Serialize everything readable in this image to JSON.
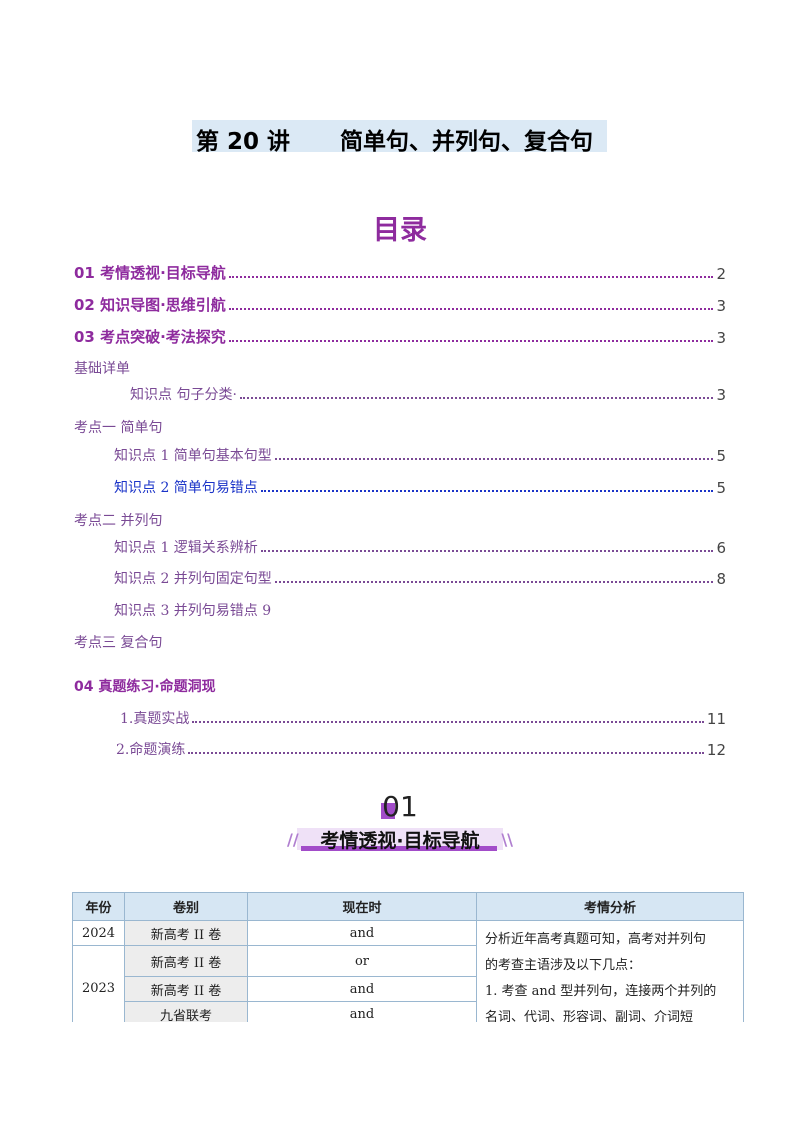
{
  "title": {
    "left": "第 20 讲",
    "right": "简单句、并列句、复合句"
  },
  "toc": {
    "heading": "目录",
    "entries": [
      {
        "label": "01  考情透视·目标导航",
        "page": "2"
      },
      {
        "label": "02  知识导图·思维引航",
        "page": "3"
      },
      {
        "label": "03  考点突破·考法探究",
        "page": "3"
      },
      {
        "label": "基础详单"
      },
      {
        "label": "知识点   句子分类·",
        "page": "3"
      },
      {
        "label": "考点一   简单句"
      },
      {
        "label": "知识点 1   简单句基本句型",
        "page": "5"
      },
      {
        "label": "知识点 2   简单句易错点 ",
        "page": "5"
      },
      {
        "label": "考点二   并列句"
      },
      {
        "label": "知识点 1   逻辑关系辨析 ",
        "page": "6"
      },
      {
        "label": "知识点 2   并列句固定句型",
        "page": "8"
      },
      {
        "label": "知识点 3   并列句易错点  9"
      },
      {
        "label": "考点三   复合句"
      },
      {
        "label": "04 真题练习·命题洞现"
      },
      {
        "label": "1.真题实战  ",
        "page": "11"
      },
      {
        "label": "2.命题演练",
        "page": "12"
      }
    ]
  },
  "section": {
    "number": "01",
    "title": "考情透视·目标导航",
    "left_mark": "//",
    "right_mark": "\\\\"
  },
  "table": {
    "headers": [
      "年份",
      "卷别",
      "现在时",
      "考情分析"
    ],
    "rows": [
      {
        "year": "2024",
        "paper": "新高考 II 卷",
        "tense": "and"
      },
      {
        "year": "2023",
        "paper": "新高考 II 卷",
        "tense": "or"
      },
      {
        "year": "",
        "paper": "新高考 II 卷",
        "tense": "and"
      },
      {
        "year": "",
        "paper": "九省联考",
        "tense": "and"
      }
    ],
    "analysis": [
      "分析近年高考真题可知，高考对并列句",
      "的考查主语涉及以下几点：",
      "1. 考查 and 型并列句，连接两个并列的",
      "名词、代词、形容词、副词、介词短"
    ]
  },
  "colors": {
    "toc_purple": "#8e2b9e",
    "link_blue": "#1a33c8",
    "accent": "#a24cc9",
    "header_bg": "#d6e6f3"
  }
}
